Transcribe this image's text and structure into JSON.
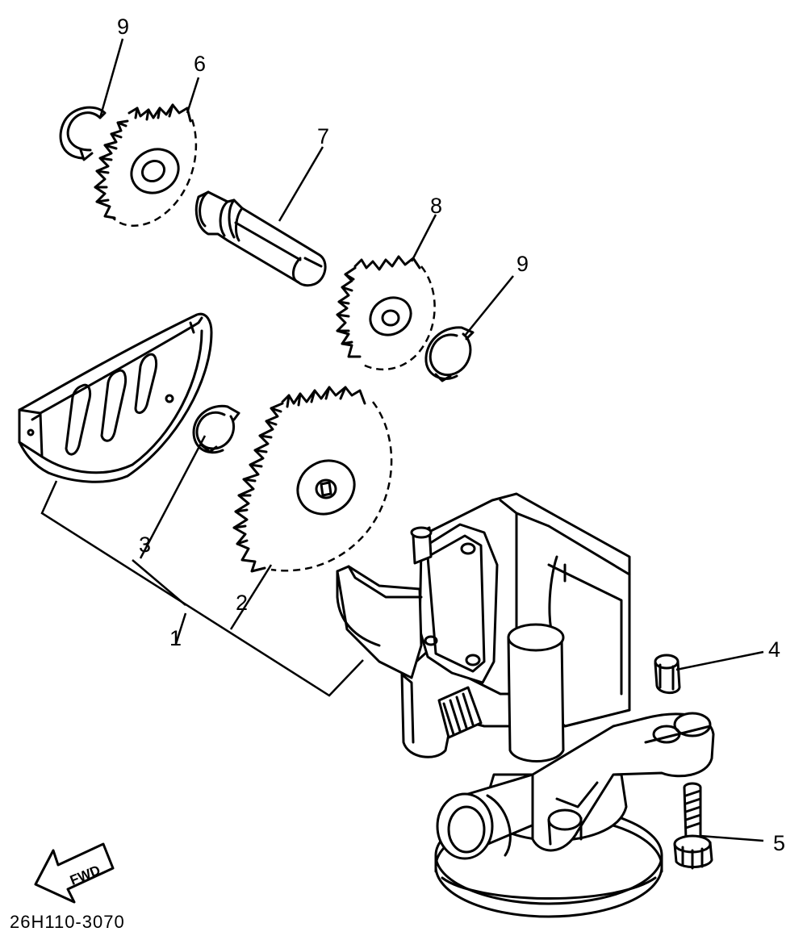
{
  "callouts": {
    "c1": "1",
    "c2": "2",
    "c3": "3",
    "c4": "4",
    "c5": "5",
    "c6": "6",
    "c7": "7",
    "c8": "8",
    "c9a": "9",
    "c9b": "9"
  },
  "fwd_label": "FWD",
  "diagram_code": "26H110-3070",
  "ink_color": "#000000",
  "background_color": "#ffffff"
}
